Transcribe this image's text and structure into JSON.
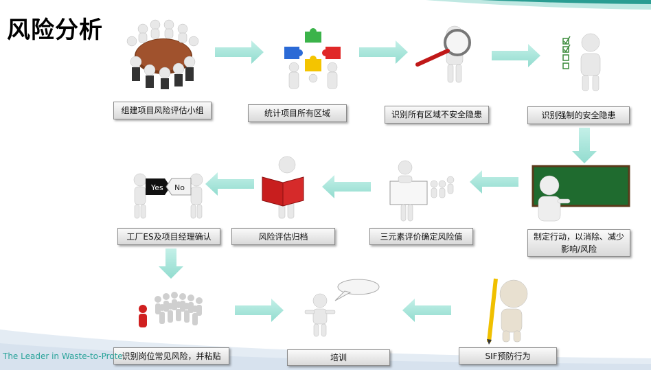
{
  "title": "风险分析",
  "footer": "The Leader in Waste-to-Prote",
  "accent_color": "#a8e6dc",
  "steps": [
    {
      "label": "组建项目风险评估小组"
    },
    {
      "label": "统计项目所有区域"
    },
    {
      "label": "识别所有区域不安全隐患"
    },
    {
      "label": "识别强制的安全隐患"
    },
    {
      "label": "制定行动，以消除、减少影响/风险"
    },
    {
      "label": "三元素评价确定风险值"
    },
    {
      "label": "风险评估归档"
    },
    {
      "label": "工厂ES及项目经理确认"
    },
    {
      "label": "识别岗位常见风险，并粘贴"
    },
    {
      "label": "培训"
    },
    {
      "label": "SIF预防行为"
    }
  ],
  "sign": {
    "yes": "Yes",
    "no": "No"
  }
}
